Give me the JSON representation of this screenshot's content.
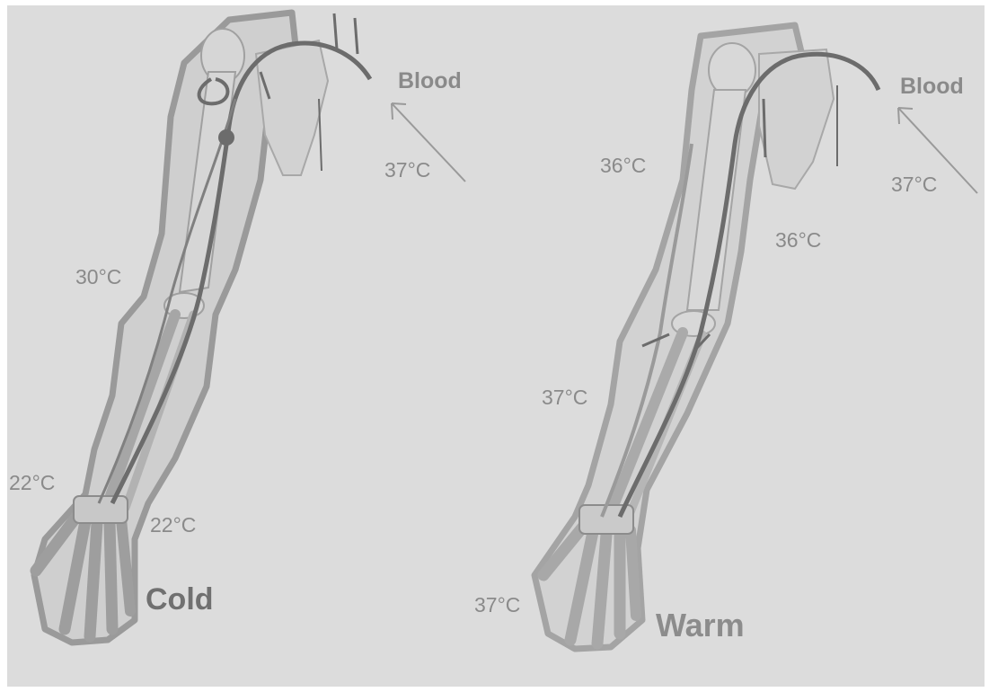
{
  "left_arm": {
    "blood_label": "Blood",
    "artery_temp": "37°C",
    "upper_arm_temp": "30°C",
    "wrist_temp_left": "22°C",
    "wrist_temp_right": "22°C",
    "condition_label": "Cold"
  },
  "right_arm": {
    "blood_label": "Blood",
    "artery_temp": "37°C",
    "shoulder_temp": "36°C",
    "upper_arm_temp": "36°C",
    "forearm_temp": "37°C",
    "hand_temp": "37°C",
    "condition_label": "Warm"
  },
  "colors": {
    "background": "#dcdcdc",
    "limb_outline": "#9a9a9a",
    "limb_fill": "#cfcfcf",
    "bone_fill": "#d6d6d6",
    "vessel": "#6c6c6c",
    "cold_label": "#707070",
    "warm_label": "#8c8c8c"
  }
}
